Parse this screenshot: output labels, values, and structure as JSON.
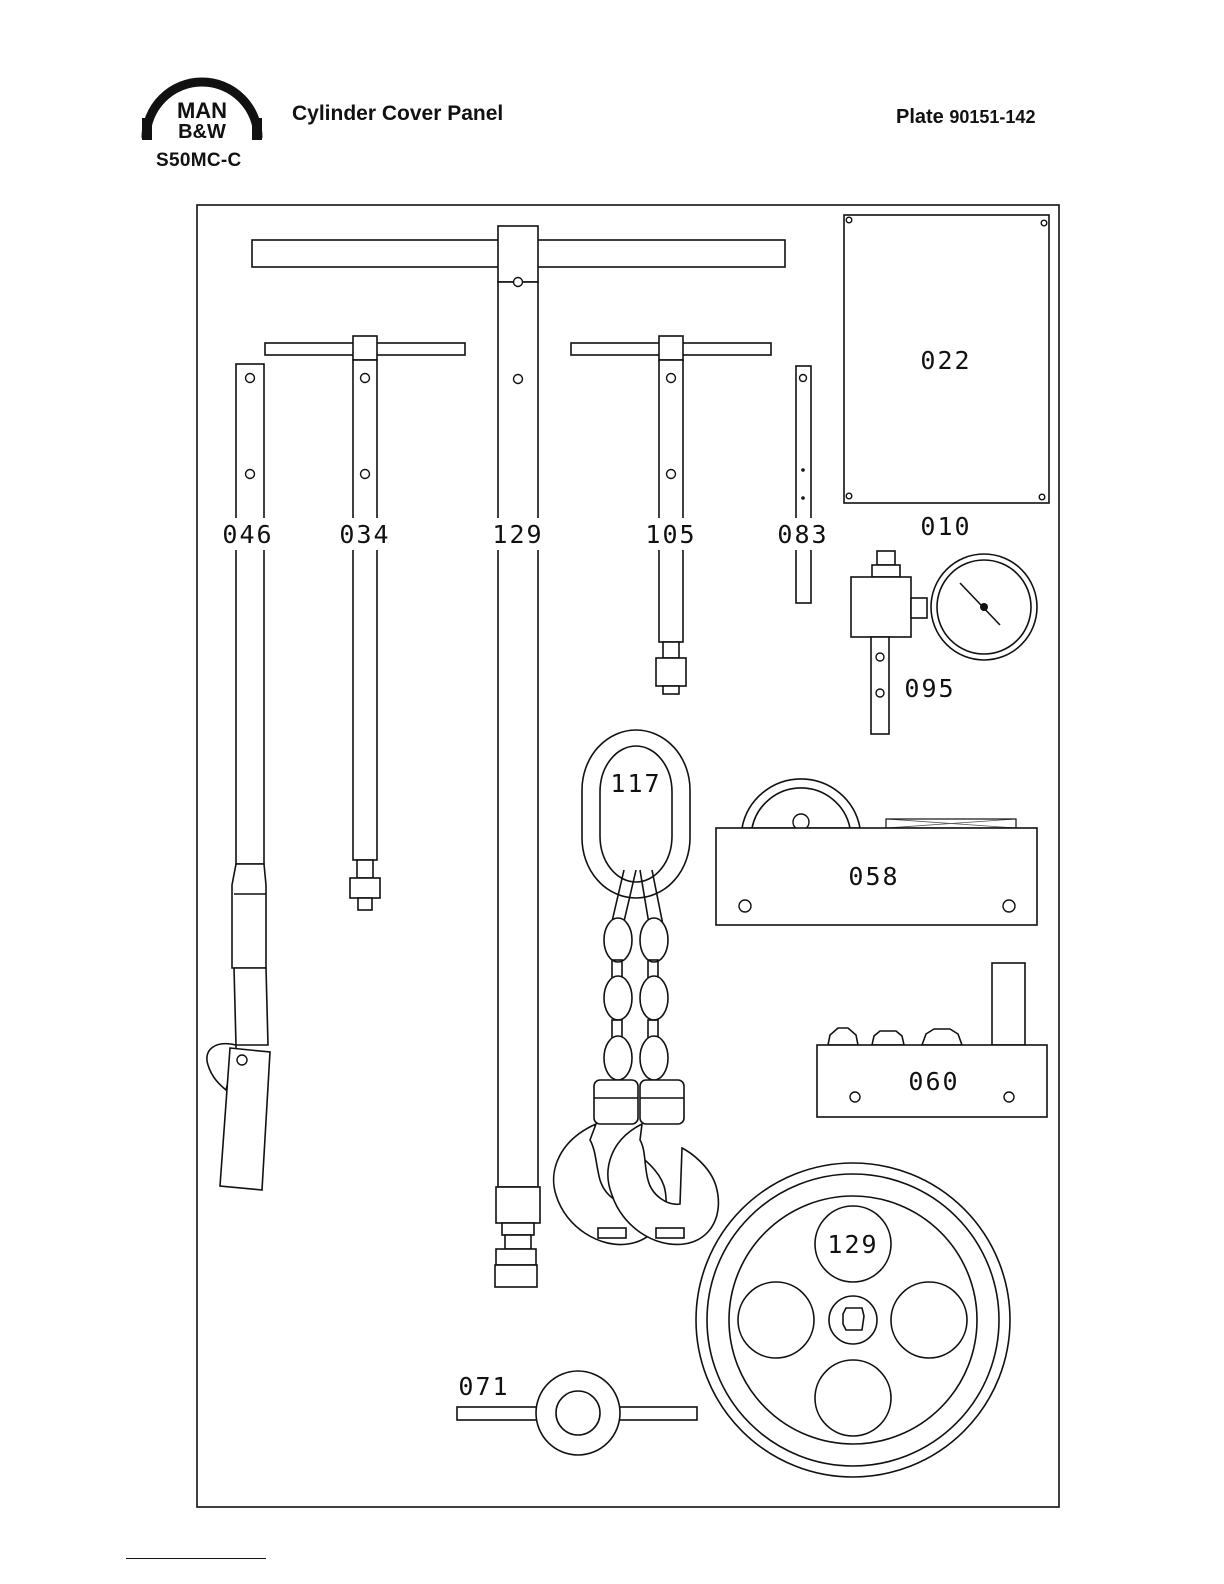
{
  "header": {
    "logo_top": "MAN",
    "logo_bottom": "B&W",
    "model": "S50MC-C",
    "title": "Cylinder Cover Panel",
    "plate_label": "Plate",
    "plate_number": "90151-142"
  },
  "labels": {
    "t046": "046",
    "t034": "034",
    "t129": "129",
    "t105": "105",
    "t083": "083",
    "t022": "022",
    "t010": "010",
    "t095": "095",
    "t117": "117",
    "t058": "058",
    "t060": "060",
    "t129b": "129",
    "t071": "071"
  }
}
